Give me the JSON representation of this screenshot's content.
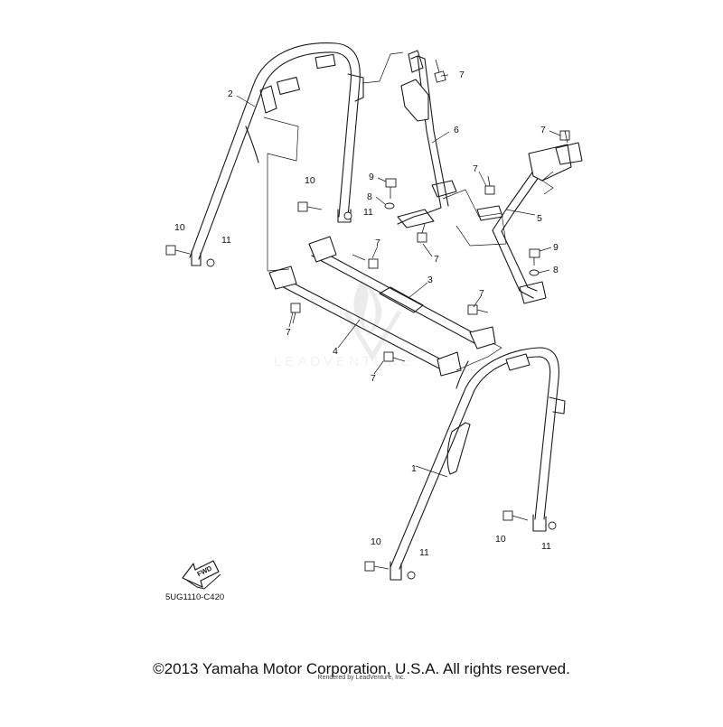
{
  "diagram": {
    "drawing_code": "5UG1110-C420",
    "fwd_label": "FWD",
    "watermark_text": "LEADVENTURE",
    "copyright": "©2013 Yamaha Motor Corporation, U.S.A. All rights reserved.",
    "rendered_by": "Rendered by LeadVenture, Inc.",
    "callouts": {
      "c1": "1",
      "c2": "2",
      "c3": "3",
      "c4": "4",
      "c5": "5",
      "c6": "6",
      "c7a": "7",
      "c7b": "7",
      "c7c": "7",
      "c7d": "7",
      "c7e": "7",
      "c7f": "7",
      "c7g": "7",
      "c7h": "7",
      "c8a": "8",
      "c8b": "8",
      "c9a": "9",
      "c9b": "9",
      "c10a": "10",
      "c10b": "10",
      "c10c": "10",
      "c10d": "10",
      "c11a": "11",
      "c11b": "11",
      "c11c": "11",
      "c11d": "11"
    }
  }
}
